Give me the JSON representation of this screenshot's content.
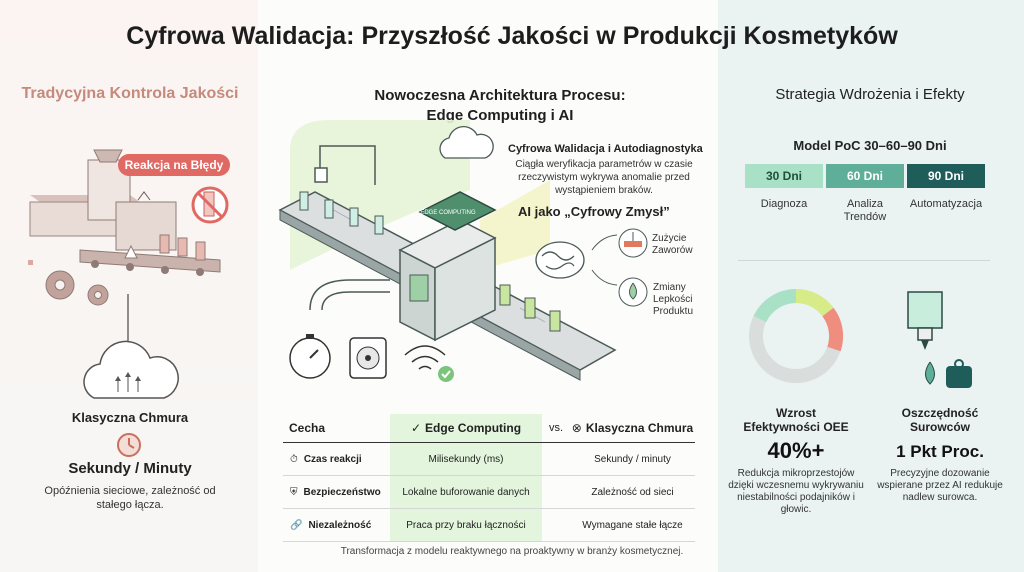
{
  "title": "Cyfrowa Walidacja: Przyszłość Jakości w Produkcji Kosmetyków",
  "left": {
    "title": "Tradycyjna Kontrola Jakości",
    "badge": "Reakcja na Błędy",
    "cloud_label": "Klasyczna Chmura",
    "latency": "Sekundy / Minuty",
    "description": "Opóźnienia sieciowe, zależność od stałego łącza.",
    "icons": [
      "factory-line-icon",
      "gears-icon",
      "cloud-icon",
      "clock-icon",
      "no-bottle-icon"
    ]
  },
  "middle": {
    "title_line1": "Nowoczesna Architektura Procesu:",
    "title_line2": "Edge Computing i AI",
    "chip_label": "EDGE COMPUTING",
    "autodiag_title": "Cyfrowa Walidacja i Autodiagnostyka",
    "autodiag_desc": "Ciągła weryfikacja parametrów w czasie rzeczywistym wykrywa anomalie przed wystąpieniem braków.",
    "ai_label": "AI jako „Cyfrowy Zmysł”",
    "valve_label": "Zużycie Zaworów",
    "viscosity_label": "Zmiany Lepkości Produktu",
    "table": {
      "headers": [
        "Cecha",
        "Edge Computing",
        "vs.",
        "Klasyczna Chmura"
      ],
      "rows": [
        {
          "label": "Czas reakcji",
          "edge": "Milisekundy (ms)",
          "cloud": "Sekundy / minuty",
          "icon": "timer-icon"
        },
        {
          "label": "Bezpieczeństwo",
          "edge": "Lokalne buforowanie danych",
          "cloud": "Zależność od sieci",
          "icon": "shield-icon"
        },
        {
          "label": "Niezależność",
          "edge": "Praca przy braku łączności",
          "cloud": "Wymagane stałe łącze",
          "icon": "link-icon"
        }
      ]
    },
    "footer": "Transformacja z modelu reaktywnego na proaktywny w branży kosmetycznej."
  },
  "right": {
    "title": "Strategia Wdrożenia i Efekty",
    "poc_title": "Model PoC 30–60–90 Dni",
    "phases": [
      {
        "label": "30 Dni",
        "desc": "Diagnoza",
        "bg": "#a9e1c6",
        "fg": "#1d4f3b"
      },
      {
        "label": "60 Dni",
        "desc": "Analiza Trendów",
        "bg": "#5fae99",
        "fg": "#ffffff"
      },
      {
        "label": "90 Dni",
        "desc": "Automatyzacja",
        "bg": "#1f5d5b",
        "fg": "#ffffff"
      }
    ],
    "kpi1": {
      "heading": "Wzrost Efektywności OEE",
      "value": "40%+",
      "desc": "Redukcja mikroprzestojów dzięki wczesnemu wykrywaniu niestabilności podajników i głowic."
    },
    "kpi2": {
      "heading": "Oszczędność Surowców",
      "value": "1 Pkt Proc.",
      "desc": "Precyzyjne dozowanie wspierane przez AI redukuje nadlew surowca."
    }
  },
  "colors": {
    "accent_green": "#c8e6a0",
    "accent_red": "#e06963",
    "teal": "#1f5d5b"
  }
}
